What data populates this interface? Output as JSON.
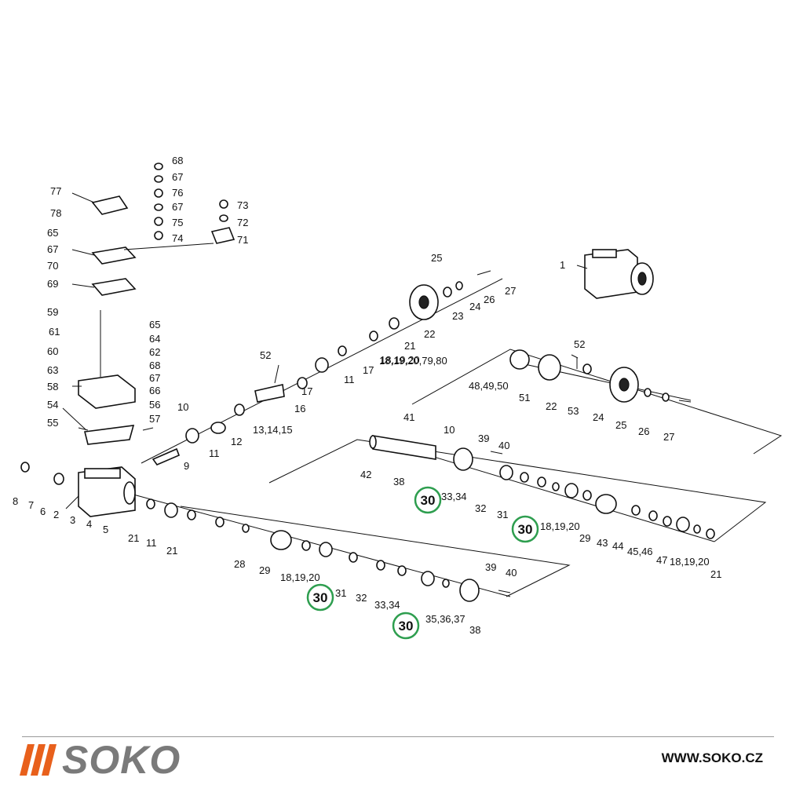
{
  "diagram": {
    "labels": [
      "1",
      "2",
      "3",
      "4",
      "5",
      "6",
      "7",
      "8",
      "9",
      "10",
      "10",
      "11",
      "11",
      "11",
      "12",
      "13,14,15",
      "16",
      "17",
      "17",
      "18,19,20,79,80",
      "21",
      "21",
      "21",
      "21",
      "22",
      "22",
      "23",
      "24",
      "24",
      "25",
      "25",
      "26",
      "26",
      "27",
      "27",
      "28",
      "29",
      "29",
      "31",
      "31",
      "32",
      "32",
      "33,34",
      "33,34",
      "35,36,37",
      "38",
      "38",
      "39",
      "39",
      "40",
      "40",
      "41",
      "42",
      "43",
      "44",
      "45,46",
      "47",
      "18,19,20",
      "18,19,20",
      "18,19,20",
      "18,19,20",
      "48,49,50",
      "51",
      "52",
      "52",
      "53",
      "54",
      "55",
      "56",
      "57",
      "58",
      "59",
      "60",
      "61",
      "62",
      "63",
      "64",
      "65",
      "65",
      "66",
      "67",
      "67",
      "67",
      "67",
      "68",
      "68",
      "69",
      "70",
      "71",
      "72",
      "73",
      "74",
      "75",
      "76",
      "77",
      "78"
    ],
    "highlight_label": "30",
    "highlight_color": "#2e9e4f"
  },
  "brand": {
    "name": "SOKO",
    "accent": "#e8601c",
    "text_color": "#7a7a7a"
  },
  "footer": {
    "url": "WWW.SOKO.CZ"
  }
}
